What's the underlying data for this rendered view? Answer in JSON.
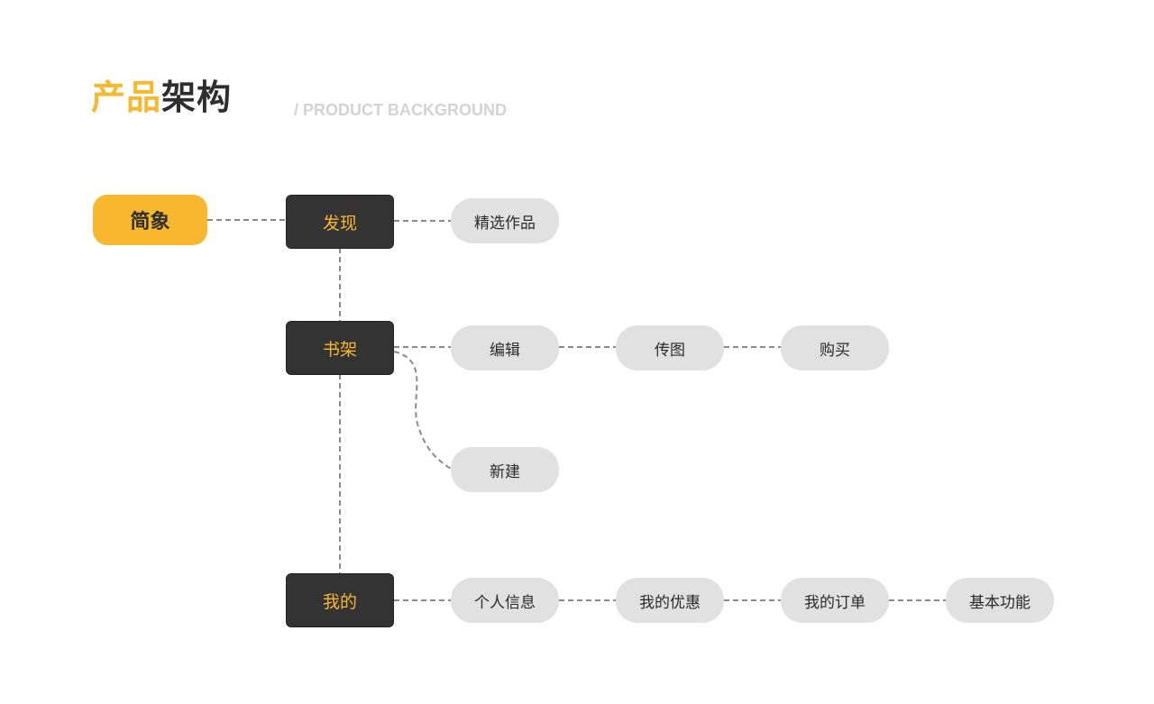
{
  "header": {
    "title_accent": "产品",
    "title_main": "架构",
    "subtitle": "/ PRODUCT BACKGROUND"
  },
  "colors": {
    "accent": "#f7b82f",
    "dark": "#333333",
    "leaf": "#e1e1e1",
    "connector": "#8a8a8a"
  },
  "diagram": {
    "root": "简象",
    "categories": {
      "discover": "发现",
      "bookshelf": "书架",
      "mine": "我的"
    },
    "leaves": {
      "featured_works": "精选作品",
      "edit": "编辑",
      "upload_image": "传图",
      "purchase": "购买",
      "new": "新建",
      "personal_info": "个人信息",
      "my_discounts": "我的优惠",
      "my_orders": "我的订单",
      "basic_functions": "基本功能"
    }
  }
}
